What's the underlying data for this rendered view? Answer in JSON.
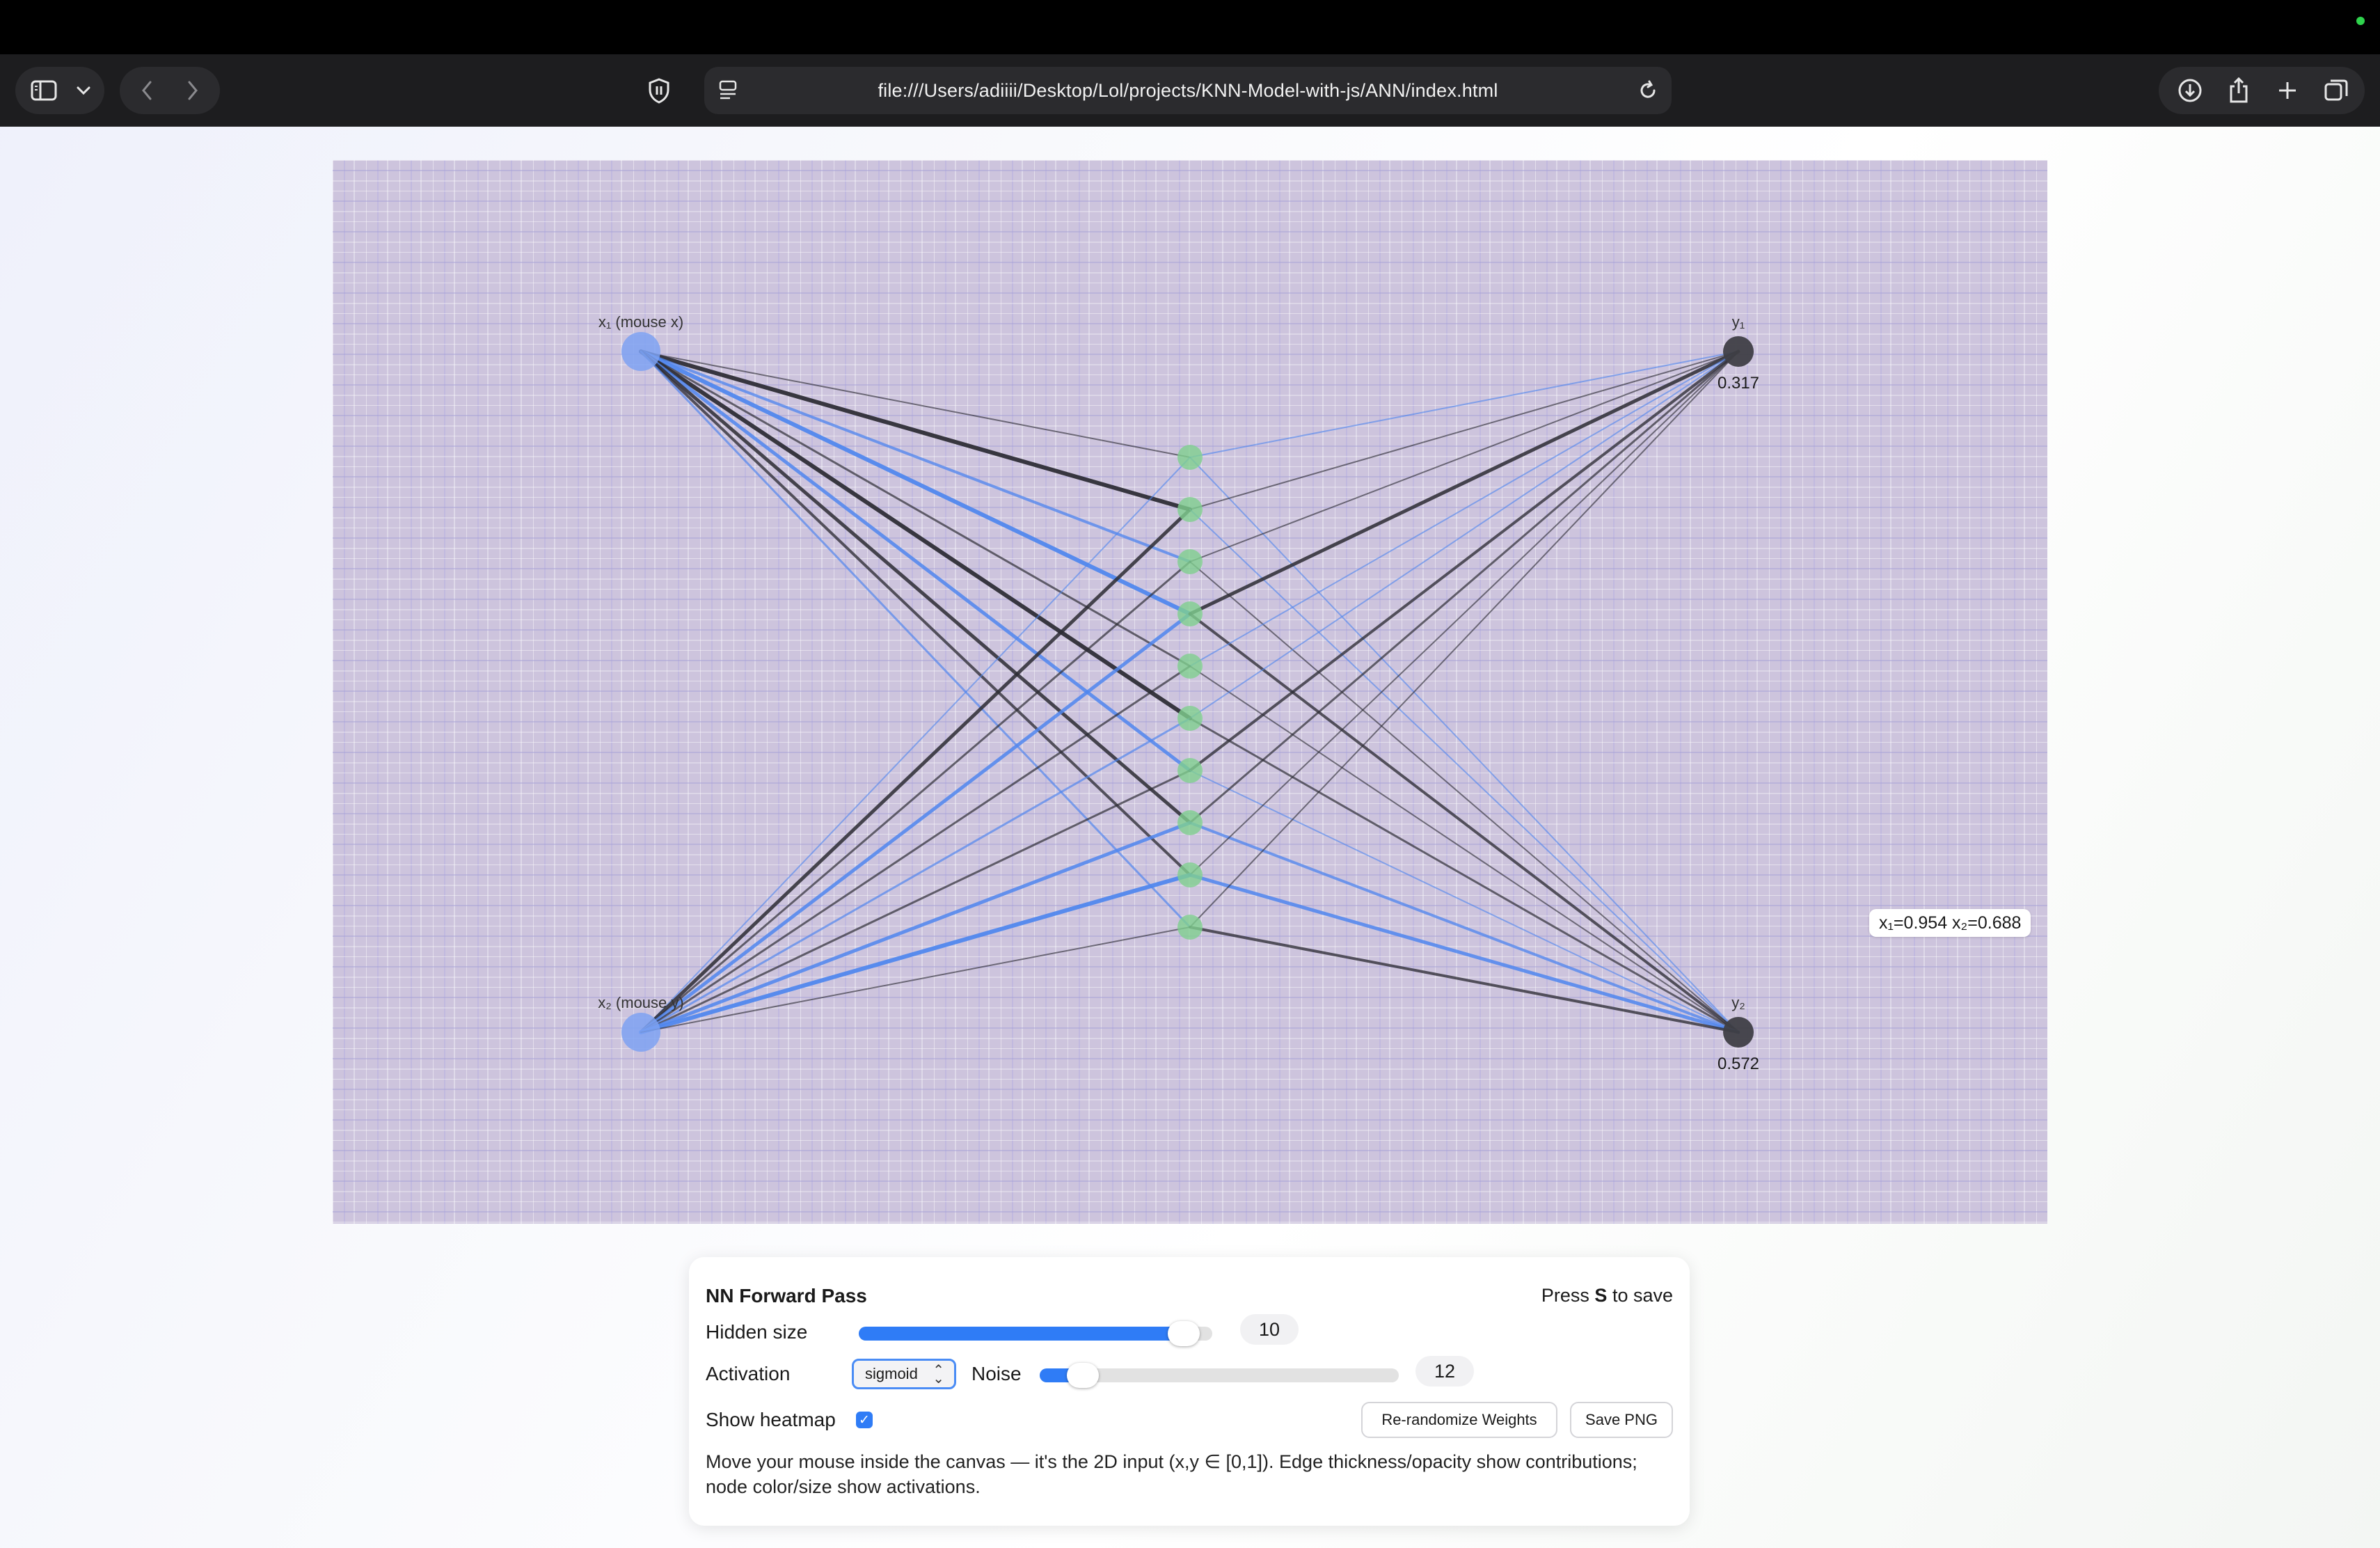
{
  "browser": {
    "url": "file:///Users/adiiii/Desktop/Lol/projects/KNN-Model-with-js/ANN/index.html",
    "icons": [
      "sidebar-icon",
      "chevron-down-icon",
      "back-icon",
      "forward-icon",
      "shield-icon",
      "page-menu-icon",
      "reload-icon",
      "download-icon",
      "share-icon",
      "new-tab-icon",
      "tab-overview-icon"
    ]
  },
  "network": {
    "inputs": [
      {
        "label": "x₁ (mouse x)",
        "value": 0.954
      },
      {
        "label": "x₂ (mouse y)",
        "value": 0.688
      }
    ],
    "hidden_count": 10,
    "outputs": [
      {
        "label": "y₁",
        "value": "0.317"
      },
      {
        "label": "y₂",
        "value": "0.572"
      }
    ],
    "edges_in": [
      {
        "sign": "neg",
        "w": 2
      },
      {
        "sign": "neg",
        "w": 6
      },
      {
        "sign": "pos",
        "w": 4
      },
      {
        "sign": "pos",
        "w": 6
      },
      {
        "sign": "neg",
        "w": 3
      },
      {
        "sign": "neg",
        "w": 6
      },
      {
        "sign": "pos",
        "w": 5
      },
      {
        "sign": "neg",
        "w": 5
      },
      {
        "sign": "neg",
        "w": 4
      },
      {
        "sign": "pos",
        "w": 3
      },
      {
        "sign": "pos",
        "w": 2
      },
      {
        "sign": "neg",
        "w": 5
      },
      {
        "sign": "neg",
        "w": 3
      },
      {
        "sign": "pos",
        "w": 5
      },
      {
        "sign": "neg",
        "w": 3
      },
      {
        "sign": "pos",
        "w": 3
      },
      {
        "sign": "neg",
        "w": 3
      },
      {
        "sign": "pos",
        "w": 5
      },
      {
        "sign": "pos",
        "w": 6
      },
      {
        "sign": "neg",
        "w": 2
      }
    ],
    "edges_out": [
      {
        "sign": "pos",
        "w": 2
      },
      {
        "sign": "pos",
        "w": 2
      },
      {
        "sign": "neg",
        "w": 2
      },
      {
        "sign": "pos",
        "w": 2
      },
      {
        "sign": "neg",
        "w": 2
      },
      {
        "sign": "neg",
        "w": 2
      },
      {
        "sign": "neg",
        "w": 5
      },
      {
        "sign": "neg",
        "w": 4
      },
      {
        "sign": "pos",
        "w": 2
      },
      {
        "sign": "neg",
        "w": 2
      },
      {
        "sign": "pos",
        "w": 2
      },
      {
        "sign": "neg",
        "w": 3
      },
      {
        "sign": "neg",
        "w": 4
      },
      {
        "sign": "pos",
        "w": 2
      },
      {
        "sign": "neg",
        "w": 3
      },
      {
        "sign": "pos",
        "w": 4
      },
      {
        "sign": "neg",
        "w": 2
      },
      {
        "sign": "pos",
        "w": 5
      },
      {
        "sign": "neg",
        "w": 2
      },
      {
        "sign": "neg",
        "w": 4
      }
    ],
    "colors": {
      "background": "#cdc4dd",
      "positive_edge": "#4f86ee",
      "negative_edge": "#2b2b33",
      "input_node": "#7ea2f2",
      "hidden_node": "#7fcf8e",
      "output_node": "#3f3f46"
    },
    "readout": "x₁=0.954  x₂=0.688"
  },
  "panel": {
    "title": "NN Forward Pass",
    "hint_pre": "Press ",
    "hint_key": "S",
    "hint_post": " to save",
    "hidden_size": {
      "label": "Hidden size",
      "value": "10",
      "fraction": 0.92
    },
    "activation": {
      "label": "Activation",
      "selected": "sigmoid"
    },
    "noise": {
      "label": "Noise",
      "value": "12",
      "fraction": 0.12
    },
    "heatmap": {
      "label": "Show heatmap",
      "checked": true
    },
    "rerandomize_label": "Re-randomize Weights",
    "save_label": "Save PNG",
    "description": "Move your mouse inside the canvas — it's the 2D input (x,y ∈ [0,1]). Edge thickness/opacity show contributions; node color/size show activations."
  }
}
